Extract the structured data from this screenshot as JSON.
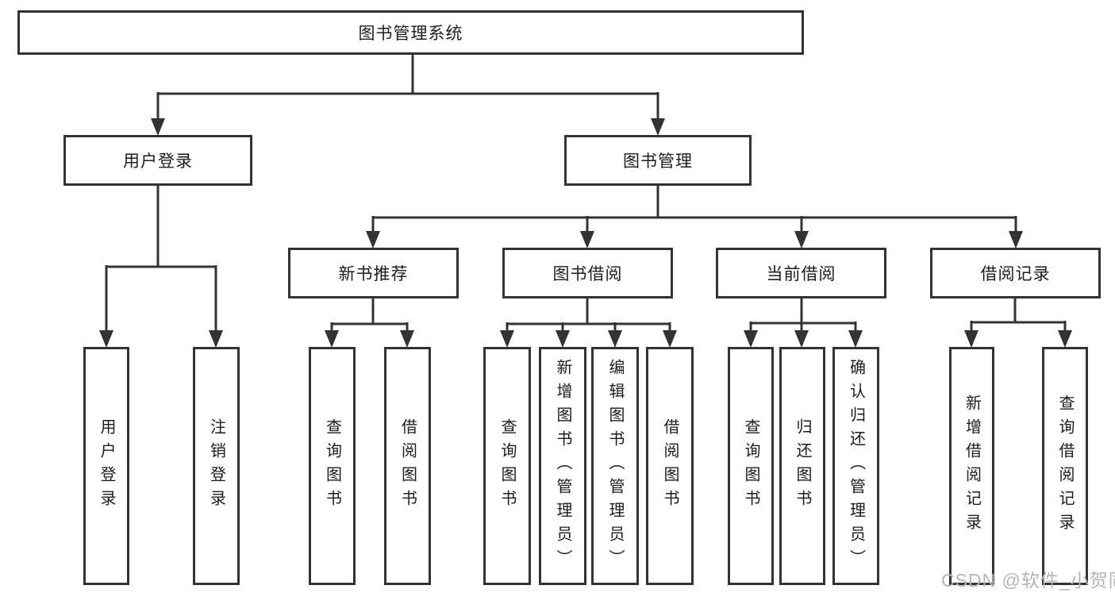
{
  "colors": {
    "line": "#333333",
    "text": "#1c1c1c",
    "watermark": "#b5b5b5",
    "bg": "#ffffff"
  },
  "watermark": {
    "text": "CSDN @软件_小贺同学"
  },
  "tree": {
    "root": "图书管理系统",
    "children": [
      {
        "label": "用户登录",
        "children": [
          {
            "label": "用户登录"
          },
          {
            "label": "注销登录"
          }
        ]
      },
      {
        "label": "图书管理",
        "children": [
          {
            "label": "新书推荐",
            "children": [
              {
                "label": "查询图书"
              },
              {
                "label": "借阅图书"
              }
            ]
          },
          {
            "label": "图书借阅",
            "children": [
              {
                "label": "查询图书"
              },
              {
                "label": "新增图书（管理员）"
              },
              {
                "label": "编辑图书（管理员）"
              },
              {
                "label": "借阅图书"
              }
            ]
          },
          {
            "label": "当前借阅",
            "children": [
              {
                "label": "查询图书"
              },
              {
                "label": "归还图书"
              },
              {
                "label": "确认归还（管理员）"
              }
            ]
          },
          {
            "label": "借阅记录",
            "children": [
              {
                "label": "新增借阅记录"
              },
              {
                "label": "查询借阅记录"
              }
            ]
          }
        ]
      }
    ]
  }
}
